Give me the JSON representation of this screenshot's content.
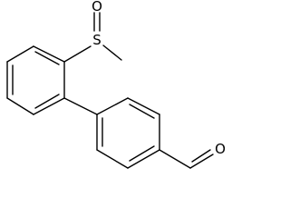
{
  "structure": {
    "atoms": {
      "sulfur": "S",
      "sulfoxide_oxygen": "O",
      "aldehyde_oxygen": "O"
    }
  }
}
